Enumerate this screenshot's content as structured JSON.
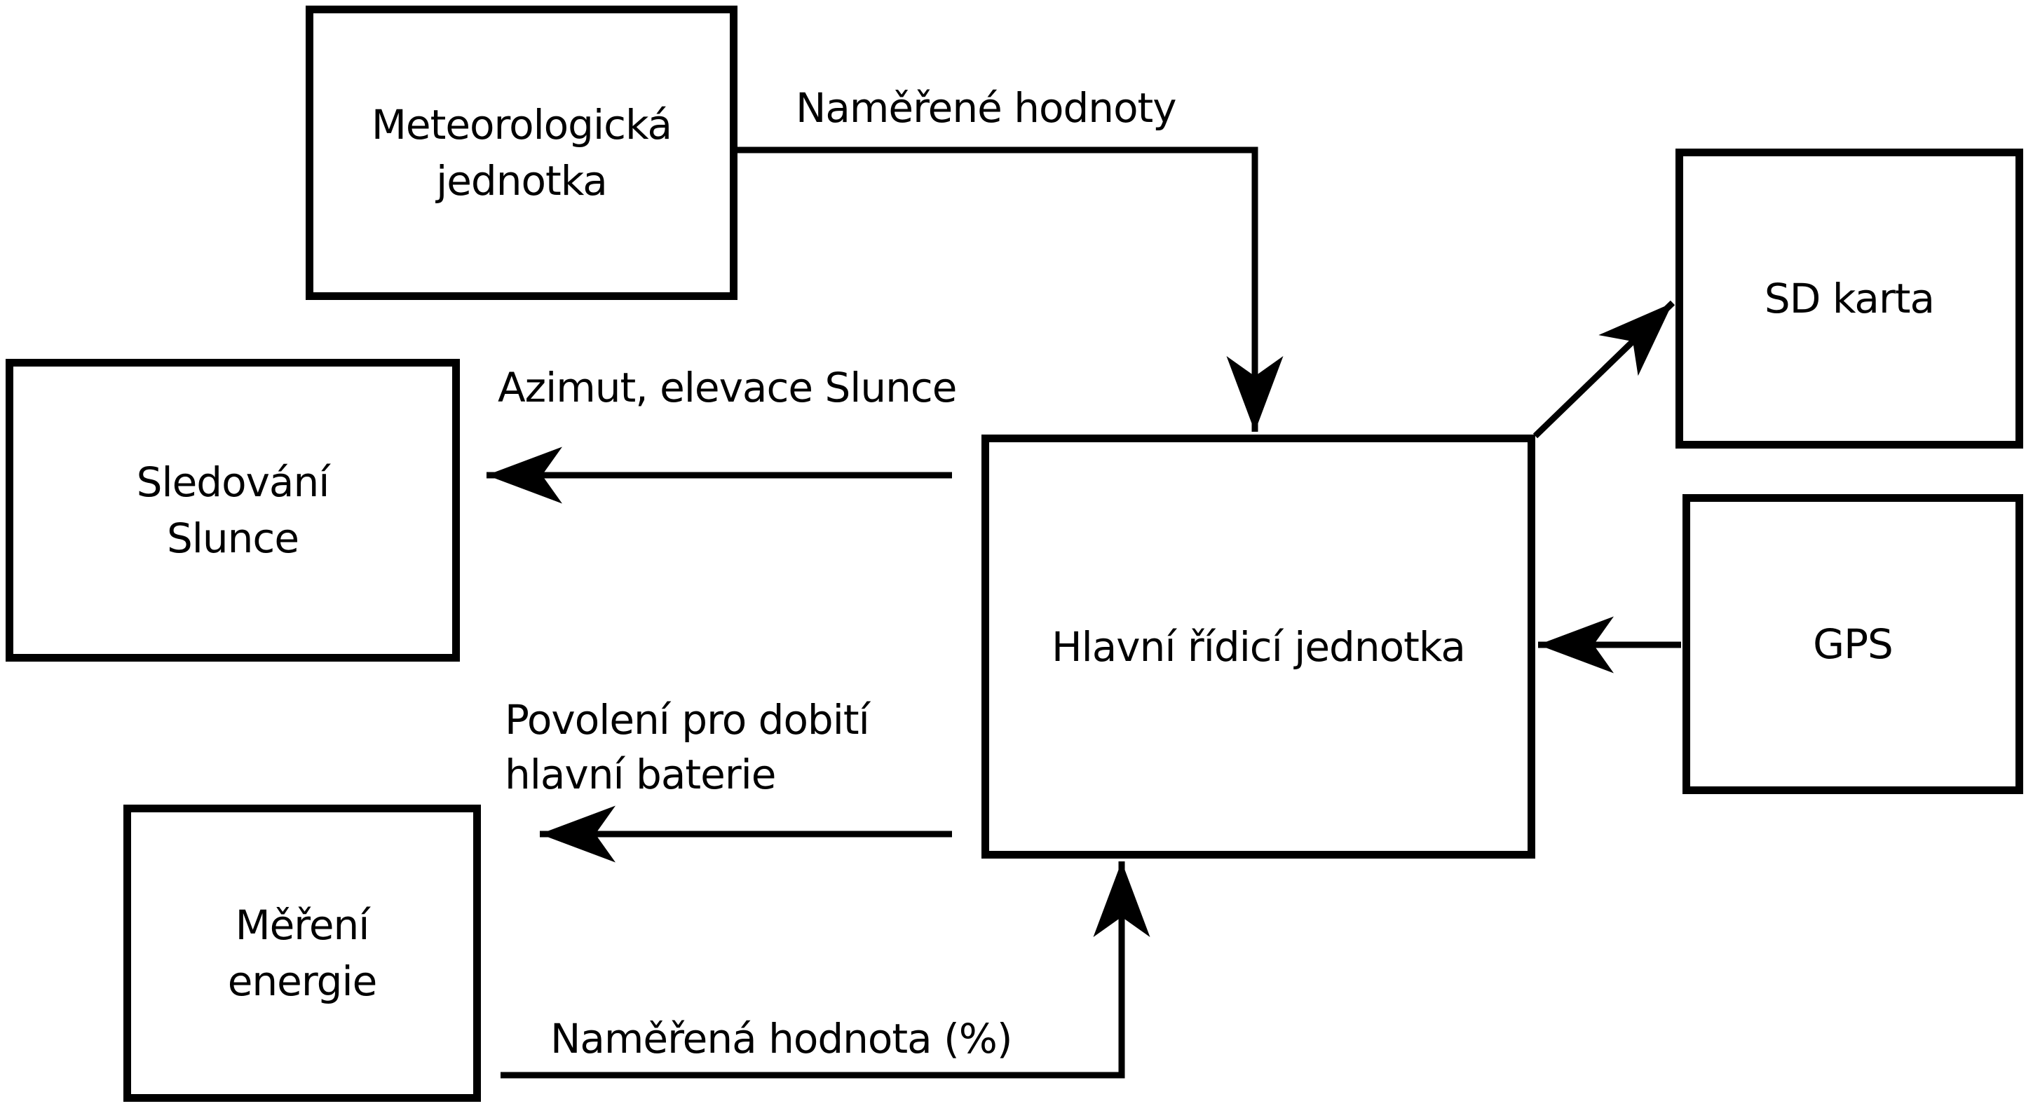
{
  "diagram": {
    "background_color": "#ffffff",
    "line_color": "#000000",
    "nodes": [
      {
        "id": "meteorologicka-jednotka",
        "label": "Meteorologická\njednotka"
      },
      {
        "id": "sd-karta",
        "label": "SD karta"
      },
      {
        "id": "sledovani-slunce",
        "label": "Sledování\nSlunce"
      },
      {
        "id": "hlavni-ridici-jednotka",
        "label": "Hlavní řídicí jednotka"
      },
      {
        "id": "gps",
        "label": "GPS"
      },
      {
        "id": "mereni-energie",
        "label": "Měření\nenergie"
      }
    ],
    "edges": [
      {
        "from": "meteorologicka-jednotka",
        "to": "hlavni-ridici-jednotka",
        "label": "Naměřené hodnoty"
      },
      {
        "from": "hlavni-ridici-jednotka",
        "to": "sledovani-slunce",
        "label": "Azimut, elevace Slunce"
      },
      {
        "from": "hlavni-ridici-jednotka",
        "to": "mereni-energie",
        "label": "Povolení pro dobití\nhlavní baterie"
      },
      {
        "from": "mereni-energie",
        "to": "hlavni-ridici-jednotka",
        "label": "Naměřená hodnota (%)"
      },
      {
        "from": "hlavni-ridici-jednotka",
        "to": "sd-karta",
        "label": ""
      },
      {
        "from": "gps",
        "to": "hlavni-ridici-jednotka",
        "label": ""
      }
    ]
  }
}
